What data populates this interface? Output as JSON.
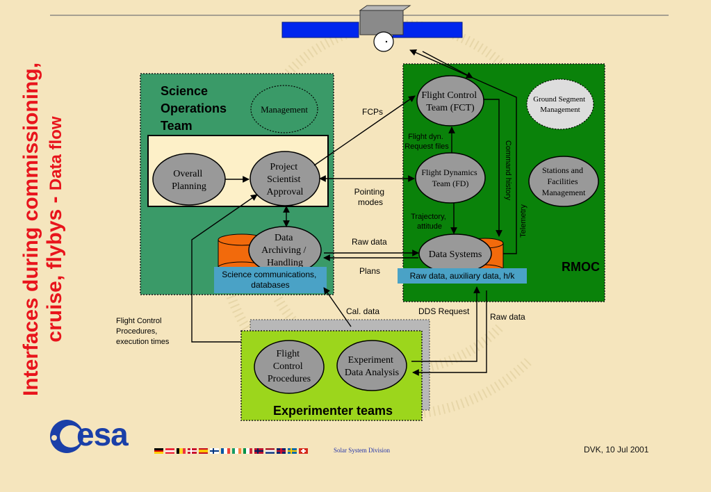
{
  "title": {
    "line1": "Interfaces during commissioning,",
    "line2_main": "cruise, flybys - ",
    "line2_sub": "Data flow"
  },
  "sot": {
    "title_lines": [
      "Science",
      "Operations",
      "Team"
    ],
    "management": "Management",
    "overall_planning": [
      "Overall",
      "Planning"
    ],
    "psa": [
      "Project",
      "Scientist",
      "Approval"
    ],
    "data_archiving": [
      "Data",
      "Archiving /",
      "Handling"
    ],
    "sci_comms": [
      "Science communications,",
      "databases"
    ]
  },
  "rmoc": {
    "label": "RMOC",
    "fct": [
      "Flight Control",
      "Team (FCT)"
    ],
    "gsm": [
      "Ground Segment",
      "Management"
    ],
    "fd": [
      "Flight Dynamics",
      "Team (FD)"
    ],
    "sfm": [
      "Stations and",
      "Facilities",
      "Management"
    ],
    "data_systems": "Data Systems",
    "raw_aux": "Raw data, auxiliary data, h/k",
    "flight_dyn_files": [
      "Flight dyn.",
      "Request files"
    ],
    "trajectory": [
      "Trajectory,",
      "attitude"
    ],
    "command_history": "Command history",
    "telemetry": "Telemetry"
  },
  "exp": {
    "label": "Experimenter teams",
    "fcp": [
      "Flight",
      "Control",
      "Procedures"
    ],
    "eda": [
      "Experiment",
      "Data Analysis"
    ]
  },
  "edges": {
    "fcps": "FCPs",
    "pointing": [
      "Pointing",
      "modes"
    ],
    "raw_data": "Raw data",
    "plans": "Plans",
    "cal_data": "Cal. data",
    "dds_request": "DDS Request",
    "raw_data_2": "Raw data",
    "fcp_exec": [
      "Flight Control",
      "Procedures,",
      "execution times"
    ]
  },
  "footer": {
    "logo": "esa",
    "division": "Solar System Division",
    "date": "DVK, 10 Jul 2001"
  },
  "colors": {
    "title_red": "#e8141c",
    "sot_green": "#3a9a68",
    "rmoc_green": "#0a820a",
    "exp_lime": "#9cd61c",
    "node_gray": "#999999",
    "cyl_orange": "#f26a0c",
    "label_blue": "#4aa2c6",
    "esa_blue": "#1a3fa8",
    "panel_blue": "#0026ee"
  },
  "icons": [
    "satellite-icon",
    "esa-logo-icon",
    "eu-flags-icon"
  ]
}
